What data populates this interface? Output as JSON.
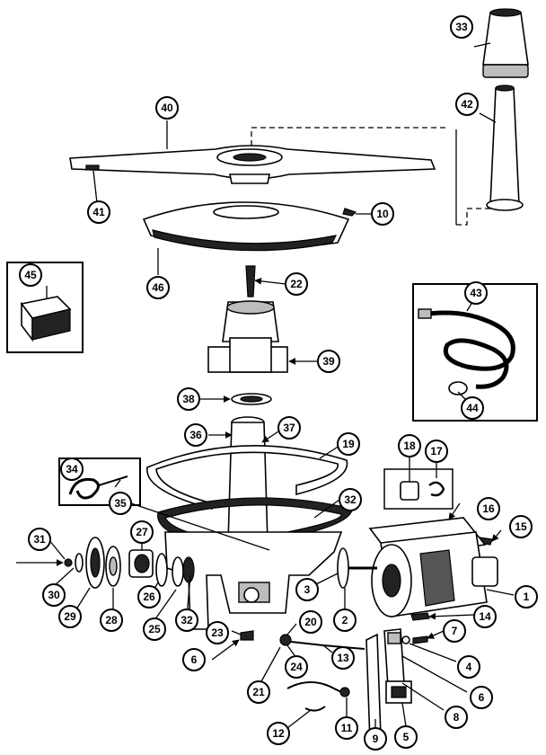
{
  "diagram": {
    "callouts": [
      "1",
      "2",
      "3",
      "4",
      "5",
      "6",
      "7",
      "8",
      "9",
      "10",
      "11",
      "12",
      "13",
      "14",
      "15",
      "16",
      "17",
      "18",
      "19",
      "20",
      "21",
      "22",
      "23",
      "24",
      "25",
      "26",
      "27",
      "28",
      "29",
      "30",
      "31",
      "32",
      "33",
      "34",
      "35",
      "36",
      "37",
      "38",
      "39",
      "40",
      "41",
      "42",
      "43",
      "44",
      "45",
      "46"
    ]
  }
}
